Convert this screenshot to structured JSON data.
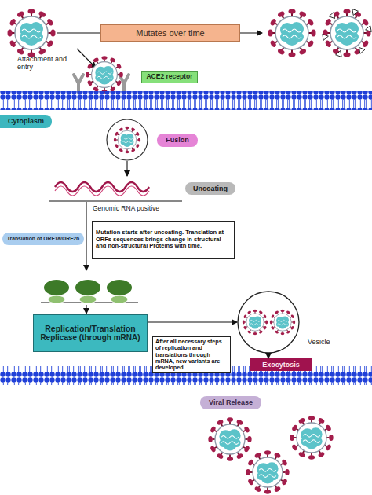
{
  "diagram": {
    "nodes": [
      {
        "text": [
          "Mutates over time"
        ]
      },
      {
        "text": [
          "ACE2 receptor"
        ]
      },
      {
        "text": [
          "Cytoplasm"
        ]
      },
      {
        "text": [
          "Fusion"
        ]
      },
      {
        "text": [
          "Uncoating"
        ]
      },
      {
        "text": [
          "Translation of ORF1a/ORF2b"
        ]
      },
      {
        "text": [
          "Mutation starts after uncoating. Translation at ORFs sequences brings change in structural and non-structural Proteins with time."
        ]
      },
      {
        "text": [
          "Replication/Translation",
          "Replicase (through mRNA)"
        ]
      },
      {
        "text": [
          "After all necessary steps of replication and translations through mRNA, new variants are developed"
        ]
      },
      {
        "text": [
          "Vesicle"
        ]
      },
      {
        "text": [
          "Exocytosis"
        ]
      },
      {
        "text": [
          "Viral Release"
        ]
      }
    ],
    "edges": [
      {
        "from": 7,
        "to": 9,
        "arrow": "to"
      },
      {
        "from": 9,
        "to": 10,
        "arrow": "to"
      }
    ],
    "labels": [
      "Attachment and entry",
      "Genomic RNA positive"
    ]
  }
}
